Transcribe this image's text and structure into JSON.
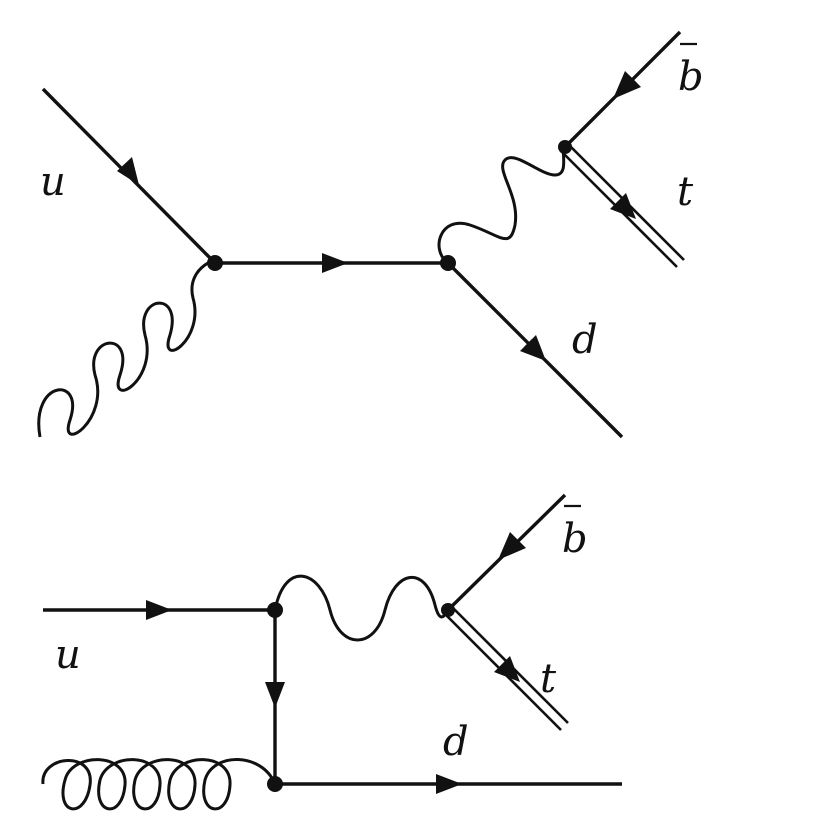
{
  "diagrams": [
    {
      "labels": {
        "u": "u",
        "d": "d",
        "b": "b",
        "t": "t"
      }
    },
    {
      "labels": {
        "u": "u",
        "d": "d",
        "b": "b",
        "t": "t"
      }
    }
  ]
}
